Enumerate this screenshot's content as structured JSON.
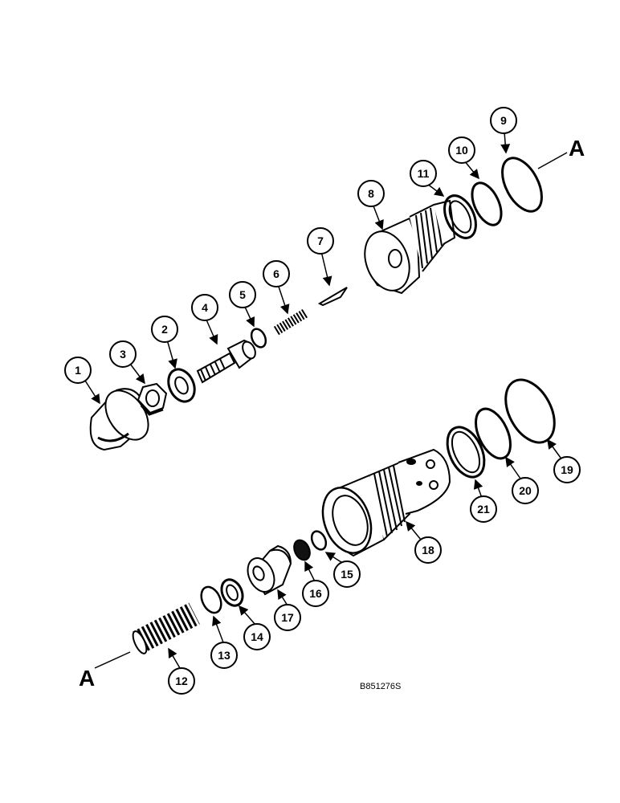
{
  "figure_code": "B851276S",
  "continuation_label_top": "A",
  "continuation_label_bottom": "A",
  "callouts": [
    "1",
    "2",
    "3",
    "4",
    "5",
    "6",
    "7",
    "8",
    "9",
    "10",
    "11",
    "12",
    "13",
    "14",
    "15",
    "16",
    "17",
    "18",
    "19",
    "20",
    "21"
  ]
}
